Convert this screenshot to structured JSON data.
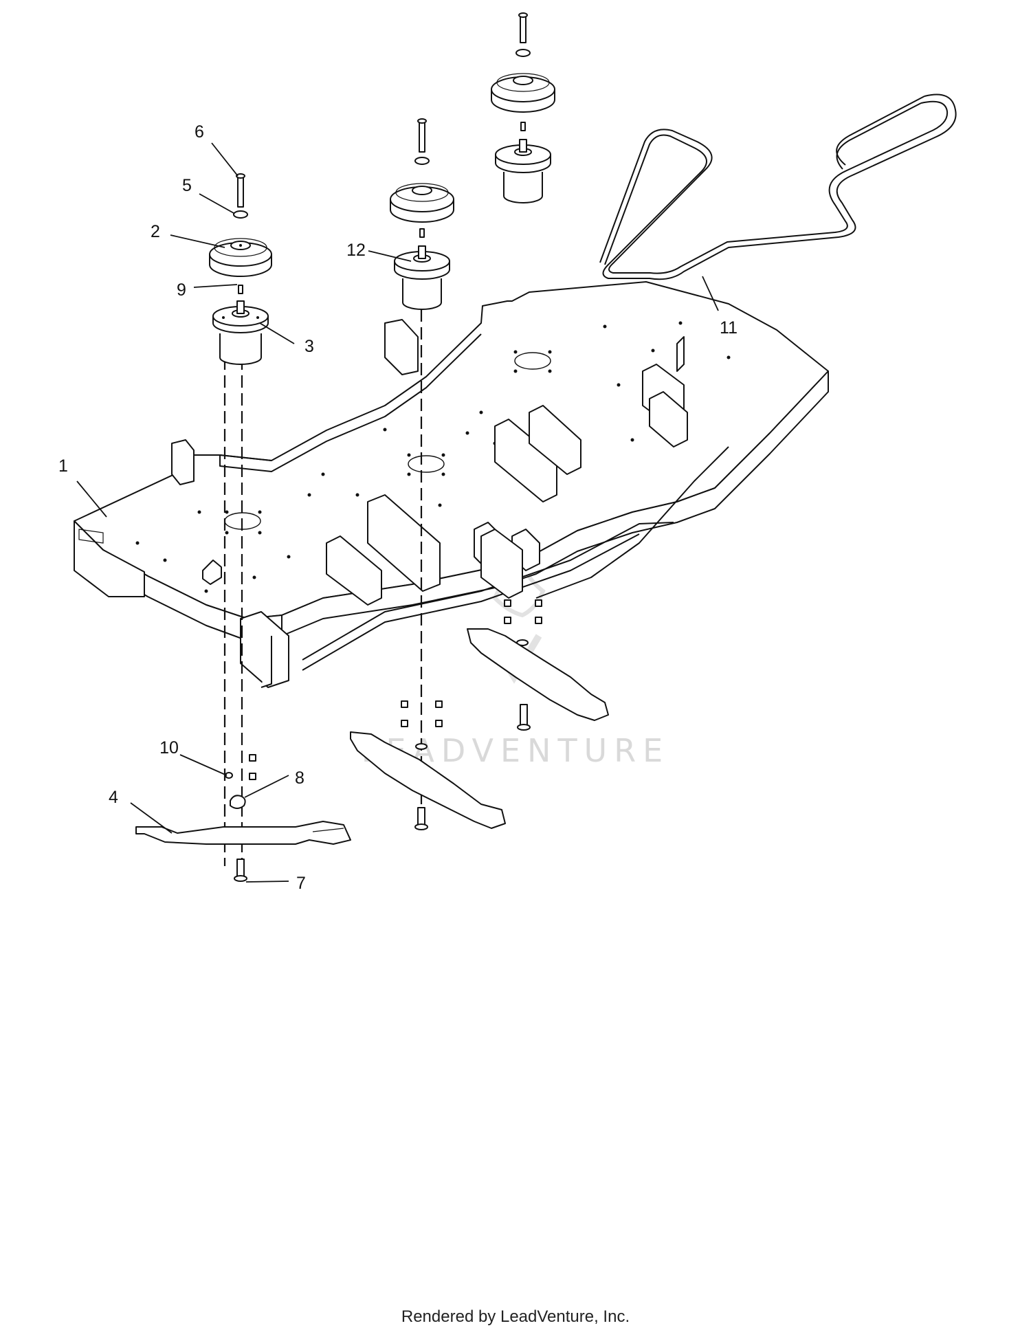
{
  "callouts": [
    {
      "num": "1"
    },
    {
      "num": "2"
    },
    {
      "num": "3"
    },
    {
      "num": "4"
    },
    {
      "num": "5"
    },
    {
      "num": "6"
    },
    {
      "num": "7"
    },
    {
      "num": "8"
    },
    {
      "num": "9"
    },
    {
      "num": "10"
    },
    {
      "num": "11"
    },
    {
      "num": "12"
    }
  ],
  "watermark": "LEADVENTURE",
  "footer": "Rendered by LeadVenture, Inc."
}
